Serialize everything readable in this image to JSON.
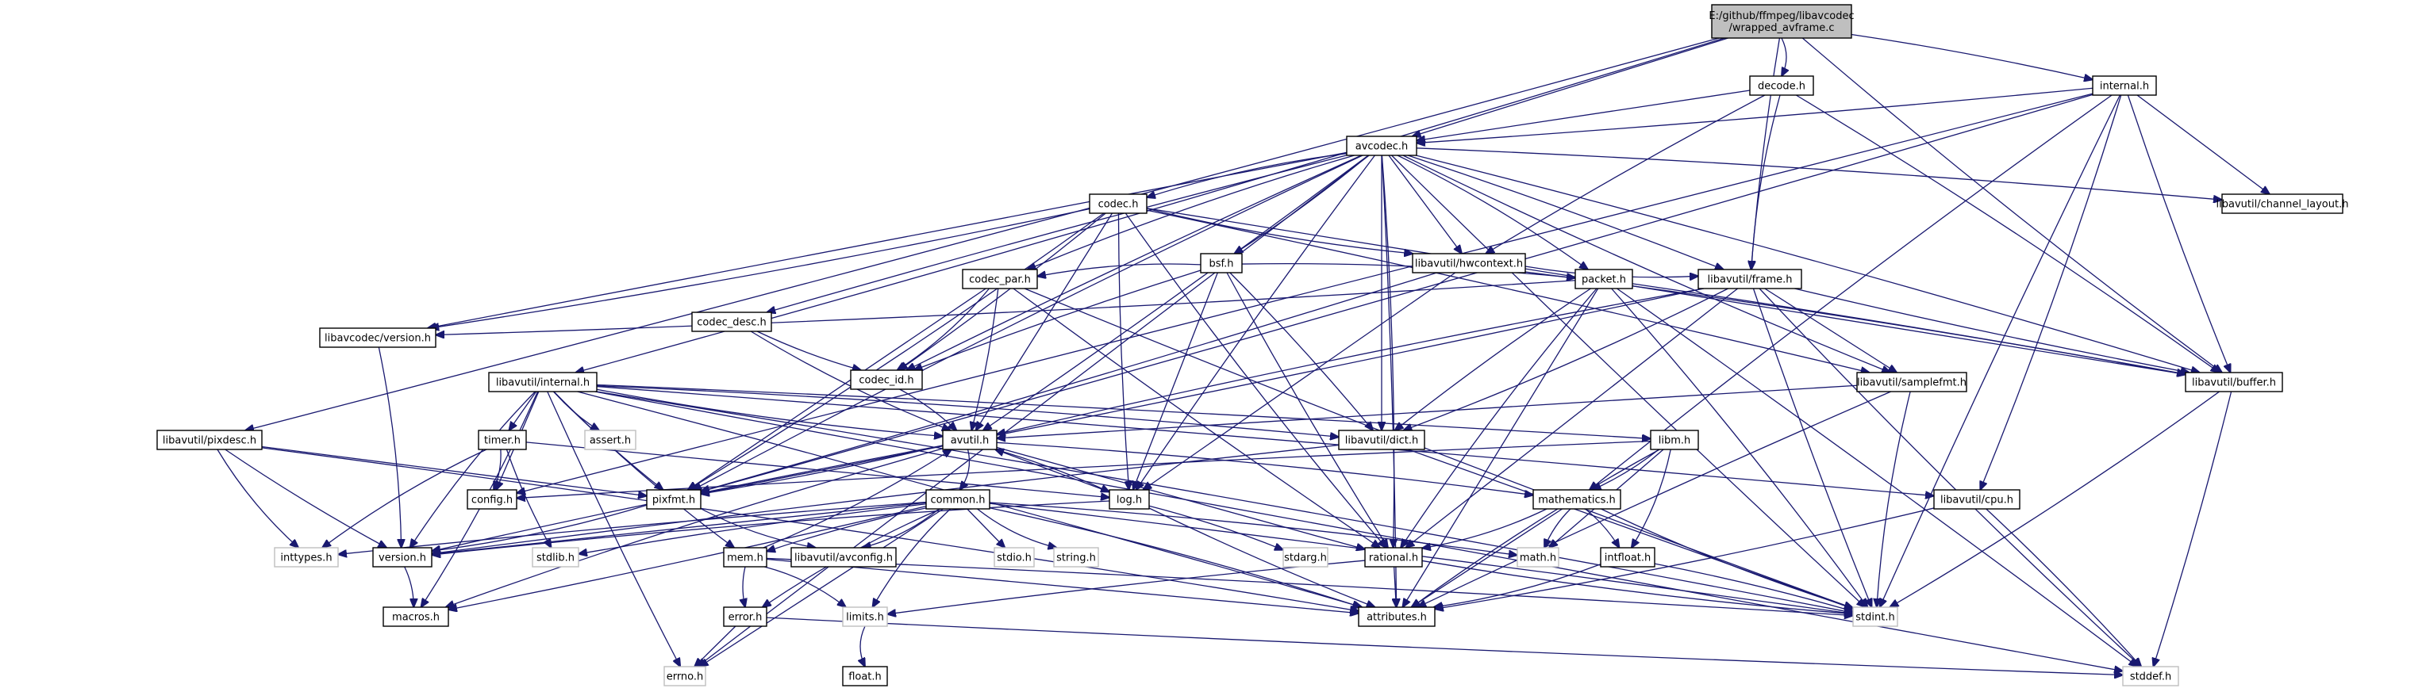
{
  "graph": {
    "nodes": [
      {
        "id": "root",
        "lines": [
          "E:/github/ffmpeg/libavcodec",
          "/wrapped_avframe.c"
        ],
        "kind": "root"
      },
      {
        "id": "decode",
        "lines": [
          "decode.h"
        ],
        "kind": "local"
      },
      {
        "id": "internal",
        "lines": [
          "internal.h"
        ],
        "kind": "local"
      },
      {
        "id": "avcodec",
        "lines": [
          "avcodec.h"
        ],
        "kind": "local"
      },
      {
        "id": "codec",
        "lines": [
          "codec.h"
        ],
        "kind": "local"
      },
      {
        "id": "chlayout",
        "lines": [
          "libavutil/channel_layout.h"
        ],
        "kind": "local"
      },
      {
        "id": "bsf",
        "lines": [
          "bsf.h"
        ],
        "kind": "local"
      },
      {
        "id": "hwcontext",
        "lines": [
          "libavutil/hwcontext.h"
        ],
        "kind": "local"
      },
      {
        "id": "codec_desc",
        "lines": [
          "codec_desc.h"
        ],
        "kind": "local"
      },
      {
        "id": "codec_par",
        "lines": [
          "codec_par.h"
        ],
        "kind": "local"
      },
      {
        "id": "packet",
        "lines": [
          "packet.h"
        ],
        "kind": "local"
      },
      {
        "id": "frame",
        "lines": [
          "libavutil/frame.h"
        ],
        "kind": "local"
      },
      {
        "id": "version",
        "lines": [
          "libavcodec/version.h"
        ],
        "kind": "local"
      },
      {
        "id": "codec_id",
        "lines": [
          "codec_id.h"
        ],
        "kind": "local"
      },
      {
        "id": "libint",
        "lines": [
          "libavutil/internal.h"
        ],
        "kind": "local"
      },
      {
        "id": "samplefmt",
        "lines": [
          "libavutil/samplefmt.h"
        ],
        "kind": "local"
      },
      {
        "id": "buffer",
        "lines": [
          "libavutil/buffer.h"
        ],
        "kind": "local"
      },
      {
        "id": "pixdesc",
        "lines": [
          "libavutil/pixdesc.h"
        ],
        "kind": "local"
      },
      {
        "id": "timer",
        "lines": [
          "timer.h"
        ],
        "kind": "local"
      },
      {
        "id": "assert",
        "lines": [
          "assert.h"
        ],
        "kind": "sys"
      },
      {
        "id": "avutil",
        "lines": [
          "avutil.h"
        ],
        "kind": "local"
      },
      {
        "id": "dict",
        "lines": [
          "libavutil/dict.h"
        ],
        "kind": "local"
      },
      {
        "id": "libm",
        "lines": [
          "libm.h"
        ],
        "kind": "local"
      },
      {
        "id": "config",
        "lines": [
          "config.h"
        ],
        "kind": "local"
      },
      {
        "id": "pixfmt",
        "lines": [
          "pixfmt.h"
        ],
        "kind": "local"
      },
      {
        "id": "log",
        "lines": [
          "log.h"
        ],
        "kind": "local"
      },
      {
        "id": "mathematics",
        "lines": [
          "mathematics.h"
        ],
        "kind": "local"
      },
      {
        "id": "cpu",
        "lines": [
          "libavutil/cpu.h"
        ],
        "kind": "local"
      },
      {
        "id": "common",
        "lines": [
          "common.h"
        ],
        "kind": "local"
      },
      {
        "id": "inttypes",
        "lines": [
          "inttypes.h"
        ],
        "kind": "sys"
      },
      {
        "id": "version2",
        "lines": [
          "version.h"
        ],
        "kind": "local"
      },
      {
        "id": "stdlib",
        "lines": [
          "stdlib.h"
        ],
        "kind": "sys"
      },
      {
        "id": "avconfig",
        "lines": [
          "libavutil/avconfig.h"
        ],
        "kind": "local"
      },
      {
        "id": "stdio",
        "lines": [
          "stdio.h"
        ],
        "kind": "sys"
      },
      {
        "id": "string",
        "lines": [
          "string.h"
        ],
        "kind": "sys"
      },
      {
        "id": "stdarg",
        "lines": [
          "stdarg.h"
        ],
        "kind": "sys"
      },
      {
        "id": "rational",
        "lines": [
          "rational.h"
        ],
        "kind": "local"
      },
      {
        "id": "math",
        "lines": [
          "math.h"
        ],
        "kind": "sys"
      },
      {
        "id": "intfloat",
        "lines": [
          "intfloat.h"
        ],
        "kind": "local"
      },
      {
        "id": "mem",
        "lines": [
          "mem.h"
        ],
        "kind": "local"
      },
      {
        "id": "macros",
        "lines": [
          "macros.h"
        ],
        "kind": "local"
      },
      {
        "id": "error",
        "lines": [
          "error.h"
        ],
        "kind": "local"
      },
      {
        "id": "limits",
        "lines": [
          "limits.h"
        ],
        "kind": "sys"
      },
      {
        "id": "attributes",
        "lines": [
          "attributes.h"
        ],
        "kind": "local"
      },
      {
        "id": "stdint",
        "lines": [
          "stdint.h"
        ],
        "kind": "sys"
      },
      {
        "id": "errno",
        "lines": [
          "errno.h"
        ],
        "kind": "sys"
      },
      {
        "id": "floath",
        "lines": [
          "float.h"
        ],
        "kind": "local"
      },
      {
        "id": "stddef",
        "lines": [
          "stddef.h"
        ],
        "kind": "sys"
      }
    ],
    "edges": [
      [
        "root",
        "decode"
      ],
      [
        "root",
        "internal"
      ],
      [
        "root",
        "avcodec"
      ],
      [
        "root",
        "frame"
      ],
      [
        "root",
        "buffer"
      ],
      [
        "root",
        "libint"
      ],
      [
        "root",
        "pixdesc"
      ],
      [
        "decode",
        "avcodec"
      ],
      [
        "decode",
        "hwcontext"
      ],
      [
        "decode",
        "frame"
      ],
      [
        "decode",
        "buffer"
      ],
      [
        "internal",
        "avcodec"
      ],
      [
        "internal",
        "chlayout"
      ],
      [
        "internal",
        "buffer"
      ],
      [
        "internal",
        "mathematics"
      ],
      [
        "internal",
        "cpu"
      ],
      [
        "internal",
        "pixfmt"
      ],
      [
        "internal",
        "config"
      ],
      [
        "internal",
        "stdint"
      ],
      [
        "avcodec",
        "codec"
      ],
      [
        "avcodec",
        "chlayout"
      ],
      [
        "avcodec",
        "bsf"
      ],
      [
        "avcodec",
        "hwcontext"
      ],
      [
        "avcodec",
        "codec_desc"
      ],
      [
        "avcodec",
        "codec_par"
      ],
      [
        "avcodec",
        "packet"
      ],
      [
        "avcodec",
        "frame"
      ],
      [
        "avcodec",
        "version"
      ],
      [
        "avcodec",
        "codec_id"
      ],
      [
        "avcodec",
        "samplefmt"
      ],
      [
        "avcodec",
        "buffer"
      ],
      [
        "avcodec",
        "avutil"
      ],
      [
        "avcodec",
        "dict"
      ],
      [
        "avcodec",
        "log"
      ],
      [
        "avcodec",
        "pixfmt"
      ],
      [
        "avcodec",
        "rational"
      ],
      [
        "avcodec",
        "attributes"
      ],
      [
        "avcodec",
        "errno"
      ],
      [
        "avcodec",
        "stdint"
      ],
      [
        "codec",
        "hwcontext"
      ],
      [
        "codec",
        "version"
      ],
      [
        "codec",
        "codec_id"
      ],
      [
        "codec",
        "avutil"
      ],
      [
        "codec",
        "log"
      ],
      [
        "codec",
        "rational"
      ],
      [
        "codec",
        "pixfmt"
      ],
      [
        "codec",
        "samplefmt"
      ],
      [
        "codec",
        "buffer"
      ],
      [
        "bsf",
        "codec_id"
      ],
      [
        "bsf",
        "codec_par"
      ],
      [
        "bsf",
        "packet"
      ],
      [
        "bsf",
        "dict"
      ],
      [
        "bsf",
        "log"
      ],
      [
        "bsf",
        "rational"
      ],
      [
        "hwcontext",
        "frame"
      ],
      [
        "hwcontext",
        "buffer"
      ],
      [
        "hwcontext",
        "pixfmt"
      ],
      [
        "hwcontext",
        "log"
      ],
      [
        "codec_desc",
        "codec_id"
      ],
      [
        "codec_desc",
        "avutil"
      ],
      [
        "codec_par",
        "codec_id"
      ],
      [
        "codec_par",
        "avutil"
      ],
      [
        "codec_par",
        "pixfmt"
      ],
      [
        "codec_par",
        "rational"
      ],
      [
        "codec_par",
        "stdint"
      ],
      [
        "packet",
        "version"
      ],
      [
        "packet",
        "buffer"
      ],
      [
        "packet",
        "attributes"
      ],
      [
        "packet",
        "dict"
      ],
      [
        "packet",
        "rational"
      ],
      [
        "packet",
        "stdint"
      ],
      [
        "packet",
        "stddef"
      ],
      [
        "frame",
        "samplefmt"
      ],
      [
        "frame",
        "buffer"
      ],
      [
        "frame",
        "avutil"
      ],
      [
        "frame",
        "dict"
      ],
      [
        "frame",
        "pixfmt"
      ],
      [
        "frame",
        "rational"
      ],
      [
        "frame",
        "stdint"
      ],
      [
        "frame",
        "stddef"
      ],
      [
        "version",
        "version2"
      ],
      [
        "codec_id",
        "avutil"
      ],
      [
        "libint",
        "timer"
      ],
      [
        "libint",
        "assert"
      ],
      [
        "libint",
        "avutil"
      ],
      [
        "libint",
        "dict"
      ],
      [
        "libint",
        "libm"
      ],
      [
        "libint",
        "config"
      ],
      [
        "libint",
        "pixfmt"
      ],
      [
        "libint",
        "version2"
      ],
      [
        "libint",
        "macros"
      ],
      [
        "libint",
        "attributes"
      ],
      [
        "libint",
        "stddef"
      ],
      [
        "libint",
        "errno"
      ],
      [
        "libint",
        "mem"
      ],
      [
        "libint",
        "stdint"
      ],
      [
        "libint",
        "cpu"
      ],
      [
        "samplefmt",
        "avutil"
      ],
      [
        "samplefmt",
        "attributes"
      ],
      [
        "samplefmt",
        "stdint"
      ],
      [
        "buffer",
        "stdint"
      ],
      [
        "buffer",
        "stddef"
      ],
      [
        "pixdesc",
        "pixfmt"
      ],
      [
        "pixdesc",
        "version2"
      ],
      [
        "pixdesc",
        "inttypes"
      ],
      [
        "pixdesc",
        "attributes"
      ],
      [
        "timer",
        "config"
      ],
      [
        "timer",
        "log"
      ],
      [
        "timer",
        "stdlib"
      ],
      [
        "timer",
        "inttypes"
      ],
      [
        "avutil",
        "common"
      ],
      [
        "avutil",
        "pixfmt"
      ],
      [
        "avutil",
        "rational"
      ],
      [
        "avutil",
        "version2"
      ],
      [
        "avutil",
        "macros"
      ],
      [
        "avutil",
        "mathematics"
      ],
      [
        "avutil",
        "log"
      ],
      [
        "dict",
        "stdint"
      ],
      [
        "dict",
        "version2"
      ],
      [
        "libm",
        "attributes"
      ],
      [
        "libm",
        "intfloat"
      ],
      [
        "libm",
        "mathematics"
      ],
      [
        "libm",
        "math"
      ],
      [
        "libm",
        "config"
      ],
      [
        "pixfmt",
        "avconfig"
      ],
      [
        "pixfmt",
        "version2"
      ],
      [
        "log",
        "stdarg"
      ],
      [
        "log",
        "avutil"
      ],
      [
        "log",
        "attributes"
      ],
      [
        "log",
        "version2"
      ],
      [
        "mathematics",
        "rational"
      ],
      [
        "mathematics",
        "intfloat"
      ],
      [
        "mathematics",
        "attributes"
      ],
      [
        "mathematics",
        "math"
      ],
      [
        "mathematics",
        "stdint"
      ],
      [
        "cpu",
        "attributes"
      ],
      [
        "cpu",
        "stddef"
      ],
      [
        "common",
        "errno"
      ],
      [
        "common",
        "inttypes"
      ],
      [
        "common",
        "limits"
      ],
      [
        "common",
        "math"
      ],
      [
        "common",
        "stdint"
      ],
      [
        "common",
        "stdio"
      ],
      [
        "common",
        "stdlib"
      ],
      [
        "common",
        "string"
      ],
      [
        "common",
        "attributes"
      ],
      [
        "common",
        "macros"
      ],
      [
        "common",
        "version2"
      ],
      [
        "common",
        "mem"
      ],
      [
        "common",
        "error"
      ],
      [
        "common",
        "avconfig"
      ],
      [
        "version2",
        "macros"
      ],
      [
        "rational",
        "attributes"
      ],
      [
        "rational",
        "limits"
      ],
      [
        "rational",
        "stdint"
      ],
      [
        "intfloat",
        "attributes"
      ],
      [
        "intfloat",
        "stdint"
      ],
      [
        "mem",
        "attributes"
      ],
      [
        "mem",
        "error"
      ],
      [
        "mem",
        "avutil"
      ],
      [
        "mem",
        "limits"
      ],
      [
        "mem",
        "stdint"
      ],
      [
        "error",
        "errno"
      ],
      [
        "error",
        "stddef"
      ],
      [
        "limits",
        "floath"
      ]
    ]
  }
}
